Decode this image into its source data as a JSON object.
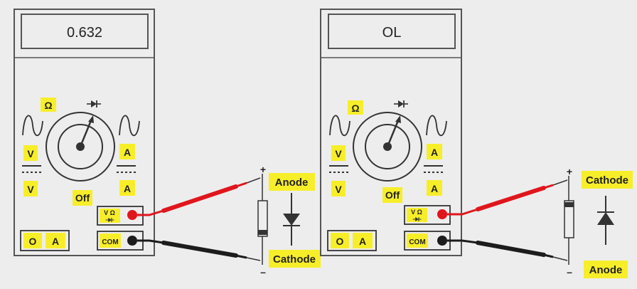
{
  "meters": [
    {
      "display": "0.632",
      "labels": {
        "ohm": "Ω",
        "v_ac": "V",
        "v_dc": "V",
        "a_ac": "A",
        "a_dc": "A",
        "off": "Off",
        "port_vohm": "V Ω",
        "port_com": "COM",
        "port_o": "O",
        "port_a": "A"
      },
      "diode_labels": {
        "top": "Anode",
        "bottom": "Cathode"
      },
      "polarity": {
        "top": "+",
        "bottom": "–"
      }
    },
    {
      "display": "OL",
      "labels": {
        "ohm": "Ω",
        "v_ac": "V",
        "v_dc": "V",
        "a_ac": "A",
        "a_dc": "A",
        "off": "Off",
        "port_vohm": "V Ω",
        "port_com": "COM",
        "port_o": "O",
        "port_a": "A"
      },
      "diode_labels": {
        "top": "Cathode",
        "bottom": "Anode"
      },
      "polarity": {
        "top": "+",
        "bottom": "–"
      }
    }
  ],
  "colors": {
    "label_bg": "#f7ee2a",
    "red_lead": "#e0161d",
    "black_lead": "#1c1c1c",
    "outline": "#555555",
    "background": "#ededed"
  },
  "icons": [
    "diode-icon",
    "sine-wave-icon",
    "dc-symbol-icon"
  ]
}
